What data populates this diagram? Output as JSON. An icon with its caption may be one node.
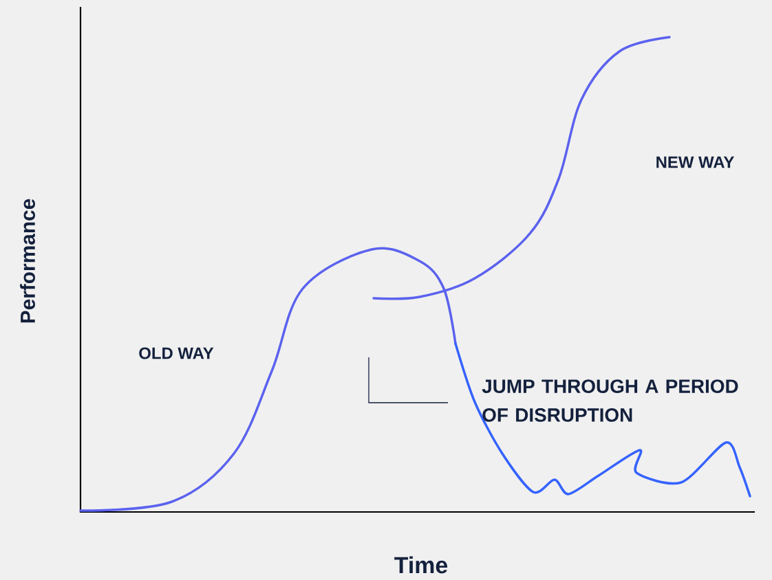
{
  "diagram": {
    "labels": [
      "Performance",
      "NEW WAY",
      "OLD WAY",
      "JUMP THROUGH A PERIOD OF DISRUPTION",
      "Time"
    ]
  }
}
